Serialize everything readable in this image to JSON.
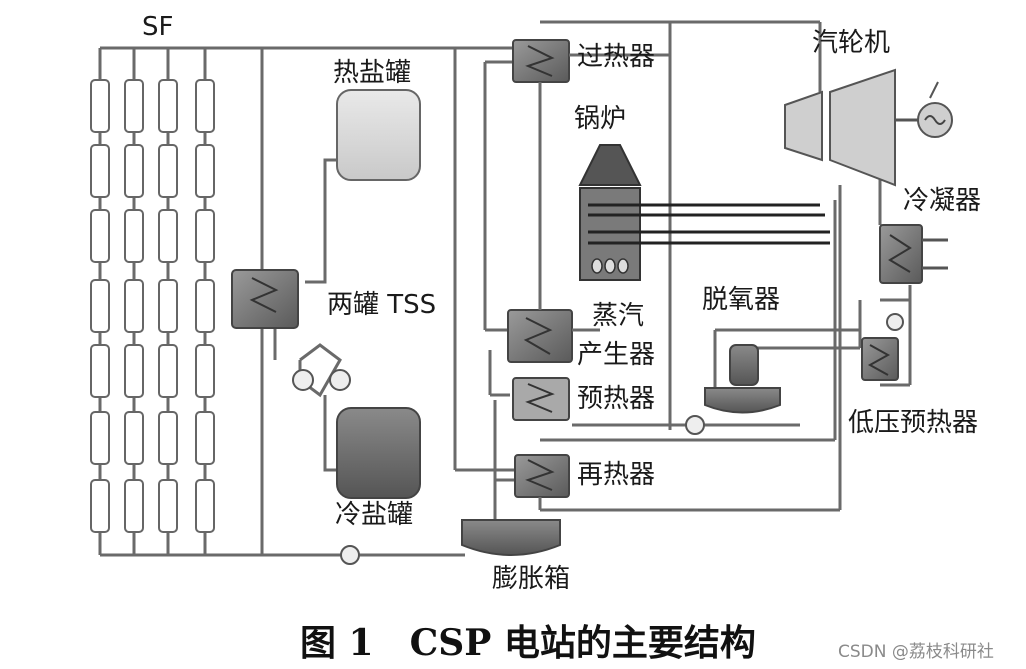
{
  "labels": {
    "sf": "SF",
    "hot_tank": "热盐罐",
    "cold_tank": "冷盐罐",
    "tss": "两罐 TSS",
    "superheater": "过热器",
    "boiler": "锅炉",
    "steam_generator_line1": "蒸汽",
    "steam_generator_line2": "产生器",
    "preheater": "预热器",
    "reheater": "再热器",
    "expansion_tank": "膨胀箱",
    "turbine": "汽轮机",
    "condenser": "冷凝器",
    "deaerator": "脱氧器",
    "lp_preheater": "低压预热器"
  },
  "caption": "图 1　CSP 电站的主要结构",
  "watermark": "CSDN @荔枝科研社"
}
